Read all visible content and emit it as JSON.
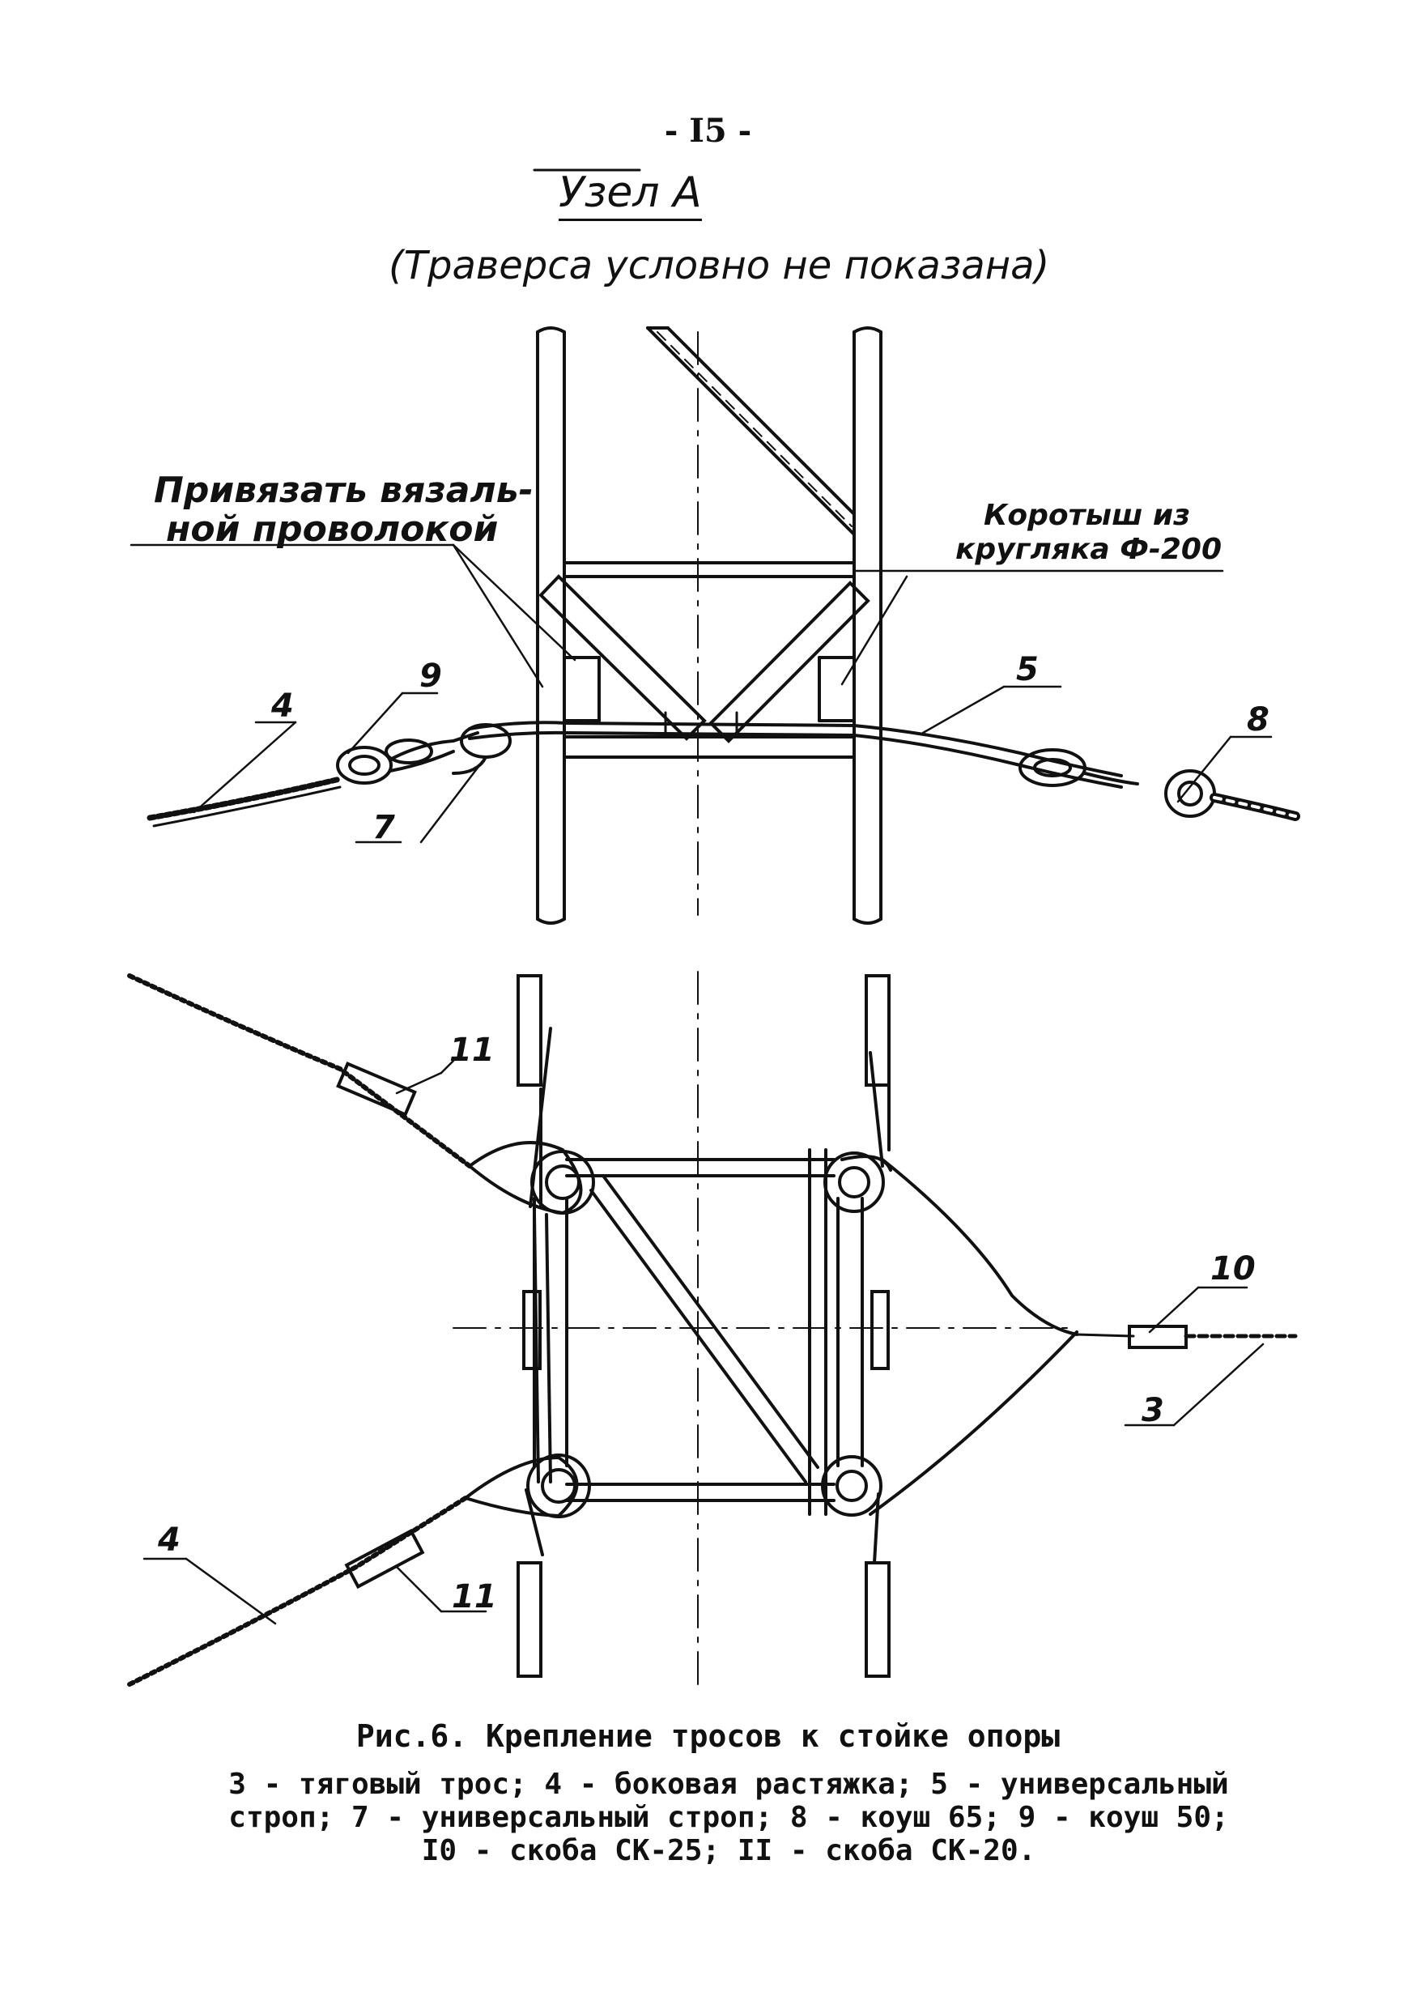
{
  "page_number": "- I5 -",
  "title": "Узел А",
  "subtitle": "(Траверса условно не показана)",
  "annotations": {
    "tie": [
      "Привязать вязаль-",
      "ной проволокой"
    ],
    "stub": [
      "Коротыш из",
      "кругляка Ф-200"
    ]
  },
  "callouts": {
    "top": {
      "c4": "4",
      "c9": "9",
      "c7": "7",
      "c5": "5",
      "c8": "8"
    },
    "bottom": {
      "c11a": "11",
      "c10": "10",
      "c3": "3",
      "c4": "4",
      "c11b": "11"
    }
  },
  "caption": {
    "title": "Рис.6. Крепление тросов к стойке опоры",
    "legend": [
      "3 - тяговый трос; 4 - боковая растяжка; 5 - универсальный",
      "строп; 7 - универсальный строп; 8 - коуш 65; 9 - коуш 50;",
      "I0 - скоба СК-25; II - скоба СК-20."
    ]
  }
}
